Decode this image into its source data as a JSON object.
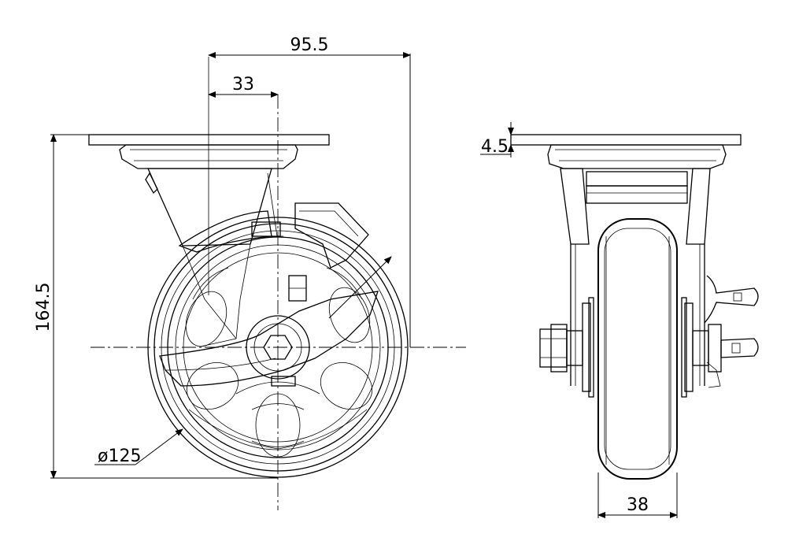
{
  "dimensions": {
    "overall_width": "95.5",
    "offset": "33",
    "height": "164.5",
    "wheel_diameter": "ø125",
    "plate_thickness": "4.5",
    "wheel_width": "38"
  }
}
